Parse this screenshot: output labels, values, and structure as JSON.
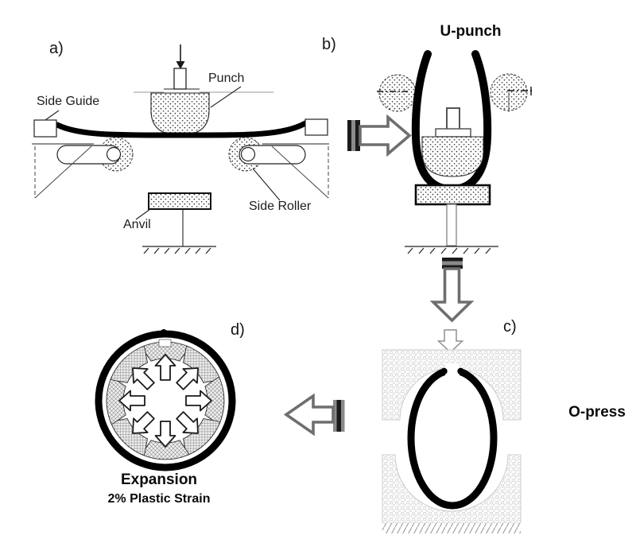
{
  "figure": {
    "panel_a": {
      "label": "a)",
      "punch_label": "Punch",
      "side_guide_label": "Side Guide",
      "side_roller_label": "Side Roller",
      "anvil_label": "Anvil"
    },
    "panel_b": {
      "label": "b)",
      "title": "U-punch"
    },
    "panel_c": {
      "label": "c)",
      "title": "O-press"
    },
    "panel_d": {
      "label": "d)",
      "title": "Expansion",
      "subtitle": "2% Plastic Strain"
    }
  },
  "colors": {
    "ink": "#111111",
    "plate_black": "#000000",
    "arrow_outline": "#6e6e6e",
    "die_stipple": "#d2d2d2"
  }
}
